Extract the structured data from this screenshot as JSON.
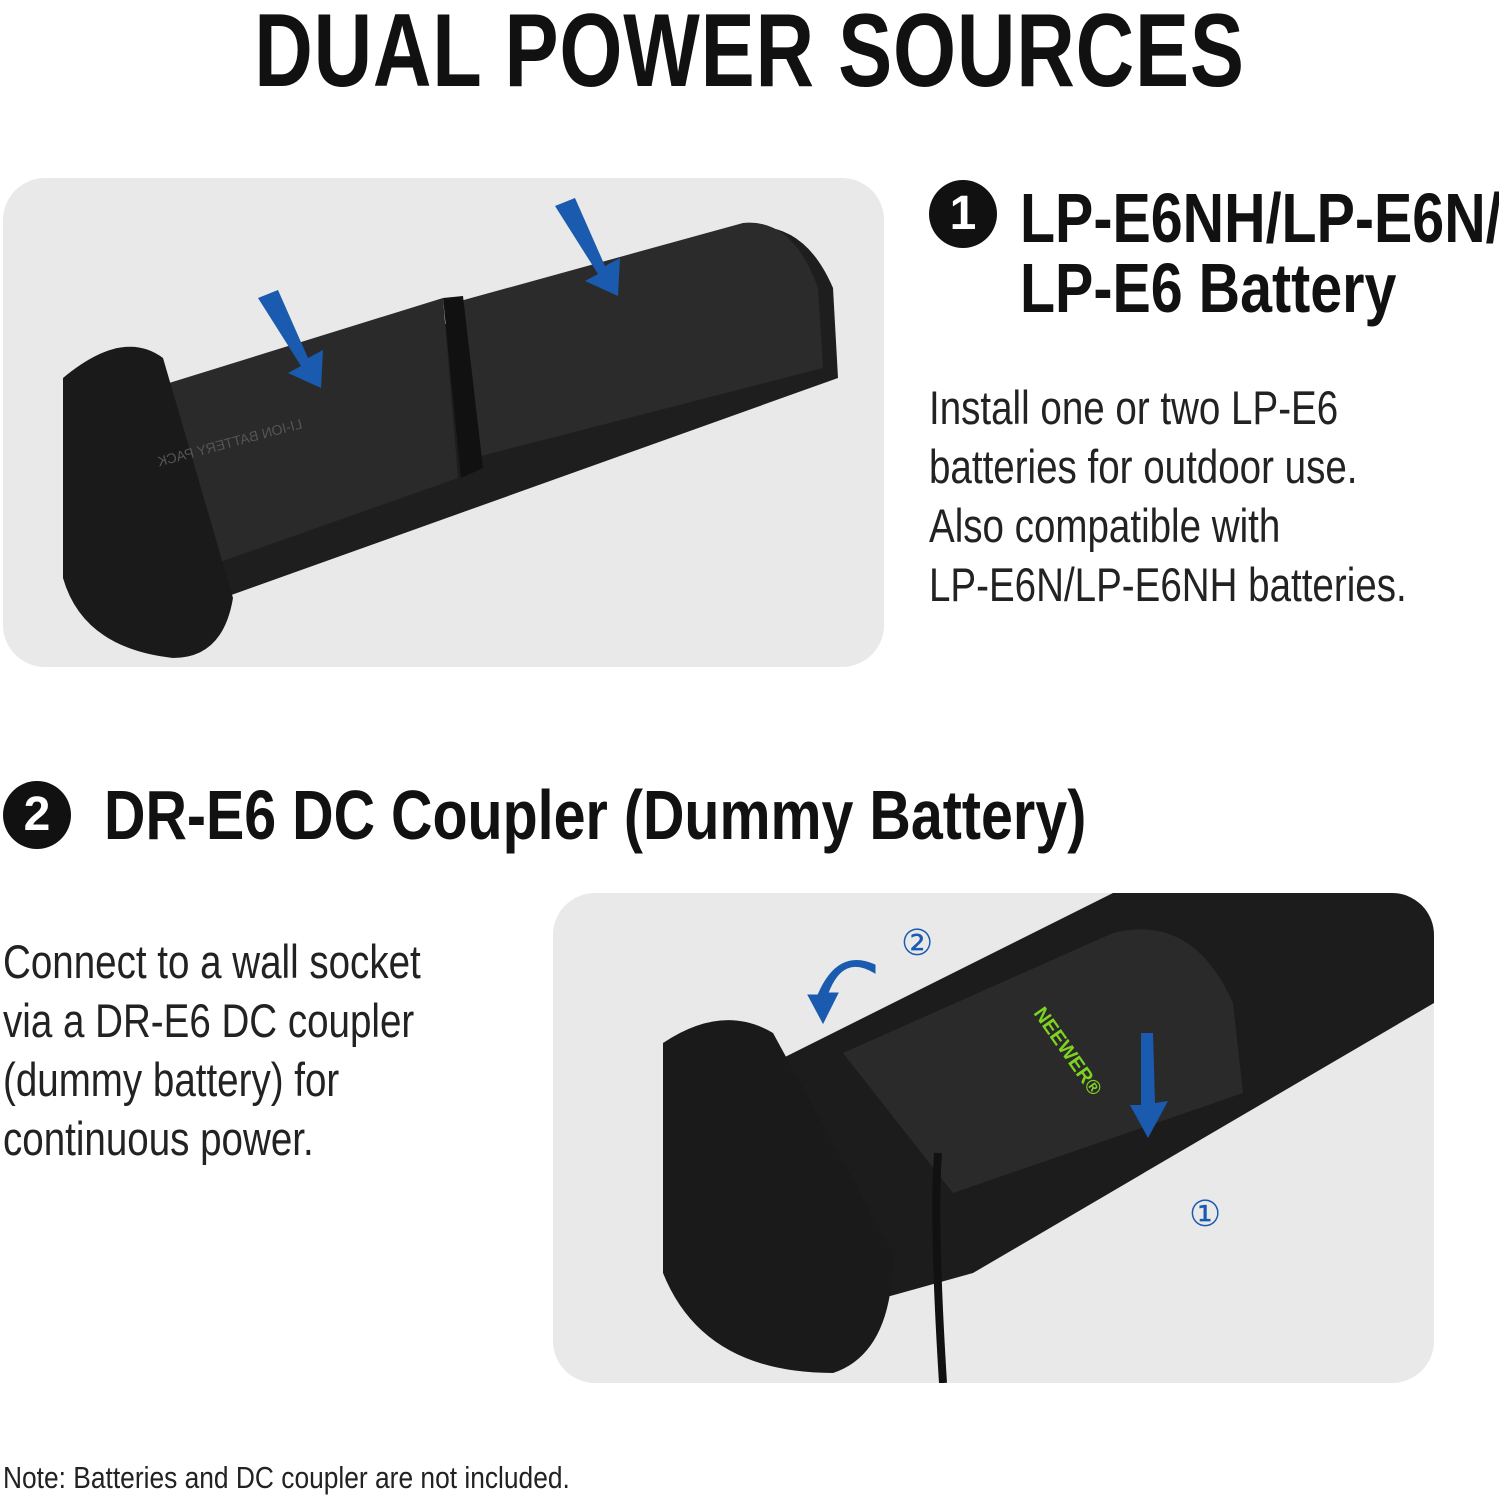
{
  "title": "DUAL POWER SOURCES",
  "section1": {
    "number": "1",
    "heading_lines": [
      "LP-E6NH/LP-E6N/",
      "LP-E6 Battery"
    ],
    "body_lines": [
      "Install one or two LP-E6",
      "batteries for outdoor use.",
      "Also compatible with",
      "LP-E6N/LP-E6NH batteries."
    ],
    "image": {
      "battery_label": "LI-ION BATTERY PACK"
    }
  },
  "section2": {
    "number": "2",
    "heading": "DR-E6 DC Coupler (Dummy Battery)",
    "body_lines": [
      "Connect to a wall socket",
      "via a DR-E6 DC coupler",
      "(dummy battery) for",
      "continuous power."
    ],
    "image": {
      "brand": "NEEWER®",
      "step1": "①",
      "step2": "②"
    }
  },
  "note": "Note: Batteries and DC coupler are not included.",
  "colors": {
    "arrow": "#1a5bb0",
    "brand_green": "#7ed321",
    "panel_bg": "#e9e9e9"
  }
}
